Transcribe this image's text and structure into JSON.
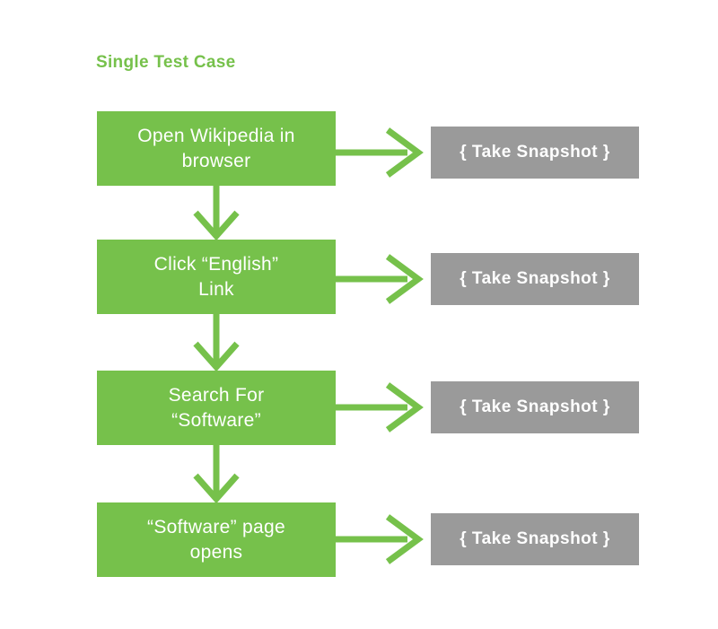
{
  "title": "Single Test Case",
  "colors": {
    "green": "#76C14B",
    "gray": "#9A9A9A",
    "background": "#FFFFFF",
    "box_text": "#FFFFFF"
  },
  "flow": {
    "type": "flowchart",
    "steps": [
      {
        "label": "Open Wikipedia in\nbrowser",
        "snapshot": "{ Take Snapshot }"
      },
      {
        "label": "Click “English”\nLink",
        "snapshot": "{ Take Snapshot }"
      },
      {
        "label": "Search For\n“Software”",
        "snapshot": "{ Take Snapshot }"
      },
      {
        "label": "“Software” page\nopens",
        "snapshot": "{ Take Snapshot }"
      }
    ]
  }
}
